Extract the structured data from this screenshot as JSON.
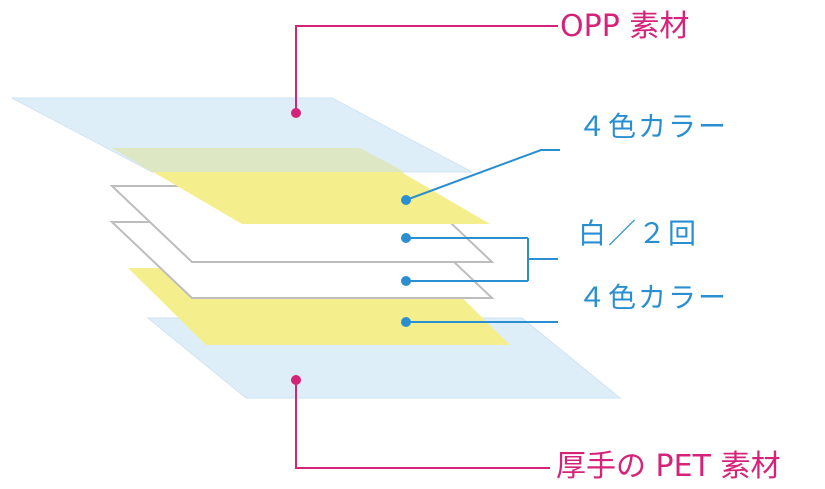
{
  "diagram": {
    "layers": [
      {
        "id": "opp",
        "role": "top film",
        "fill": "#ddeef9",
        "stroke": "#cfe3f2"
      },
      {
        "id": "color-top",
        "role": "print",
        "fill": "#f4ef8c"
      },
      {
        "id": "white-1",
        "role": "white ink",
        "fill": "#ffffff",
        "stroke": "#bdbdbd"
      },
      {
        "id": "white-2",
        "role": "white ink",
        "fill": "#ffffff",
        "stroke": "#bdbdbd"
      },
      {
        "id": "color-bottom",
        "role": "print",
        "fill": "#f4ef8c"
      },
      {
        "id": "pet",
        "role": "base film",
        "fill": "#ddeef9",
        "stroke": "#cfe3f2"
      }
    ],
    "labels": {
      "opp": "OPP 素材",
      "color_top": "４色カラー",
      "white": "白／２回",
      "color_bottom": "４色カラー",
      "pet": "厚手の PET 素材"
    },
    "colors": {
      "film_leader": "#d6237a",
      "ink_leader": "#2a8fd0"
    }
  }
}
